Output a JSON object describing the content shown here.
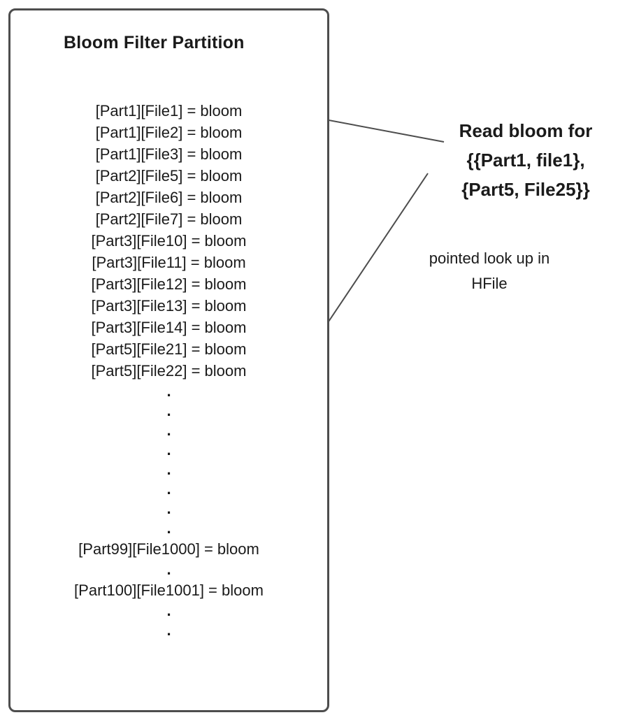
{
  "colors": {
    "line-color": "#4d4d4d",
    "arrow-color": "#4d4d4d",
    "text-color": "#1a1a1a",
    "bg-color": "#ffffff"
  },
  "box": {
    "title": "Bloom Filter Partition",
    "lines": [
      "[Part1][File1] = bloom",
      "[Part1][File2] = bloom",
      "[Part1][File3] = bloom",
      "[Part2][File5] = bloom",
      "[Part2][File6] = bloom",
      "[Part2][File7] = bloom",
      "[Part3][File10] = bloom",
      "[Part3][File11] = bloom",
      "[Part3][File12] = bloom",
      "[Part3][File13] = bloom",
      "[Part3][File14] = bloom",
      "[Part5][File21] = bloom",
      "[Part5][File22] = bloom",
      ".",
      ".",
      ".",
      ".",
      ".",
      ".",
      ".",
      ".",
      "[Part99][File1000] = bloom",
      ".",
      "[Part100][File1001] = bloom",
      ".",
      "."
    ]
  },
  "annotations": {
    "read_bloom": "Read bloom for\n{{Part1, file1},\n{Part5, File25}}",
    "pointed_lookup": "pointed look up in\nHFile"
  }
}
